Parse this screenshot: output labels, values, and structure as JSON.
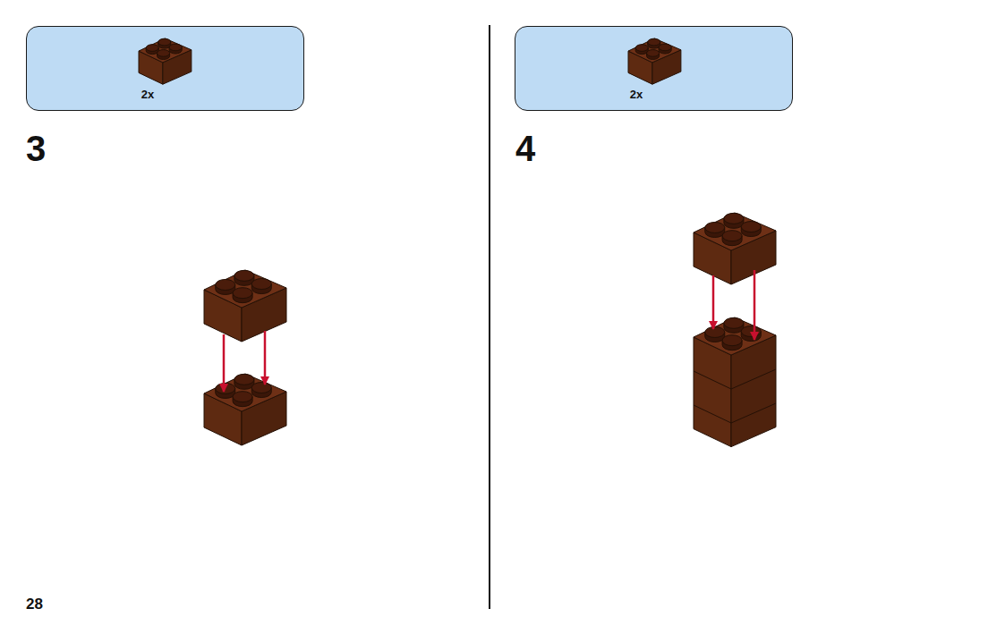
{
  "diagram": {
    "nodes": [
      {
        "text": [
          "2x"
        ]
      },
      {
        "text": [
          "2x"
        ]
      }
    ],
    "labels": [
      "3",
      "4",
      "28"
    ]
  }
}
